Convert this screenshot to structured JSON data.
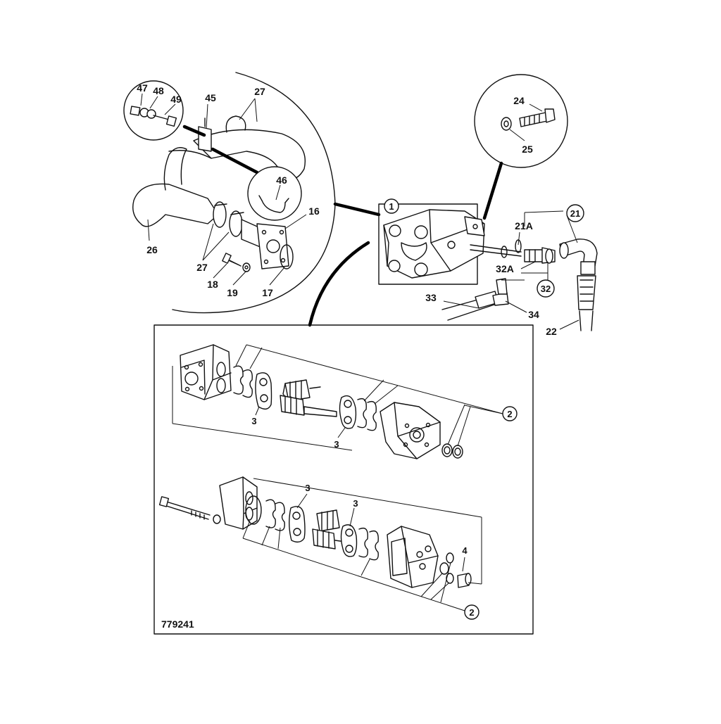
{
  "drawing_number": "779241",
  "callouts": {
    "c1": "1",
    "c2a": "2",
    "c2b": "2",
    "c3a": "3",
    "c3b": "3",
    "c3c": "3",
    "c3d": "3",
    "c4": "4",
    "c16": "16",
    "c17": "17",
    "c18": "18",
    "c19": "19",
    "c21": "21",
    "c21A": "21A",
    "c22": "22",
    "c24": "24",
    "c25": "25",
    "c26": "26",
    "c27a": "27",
    "c27b": "27",
    "c32": "32",
    "c32A": "32A",
    "c33": "33",
    "c34": "34",
    "c45": "45",
    "c46": "46",
    "c47": "47",
    "c48": "48",
    "c49": "49"
  }
}
